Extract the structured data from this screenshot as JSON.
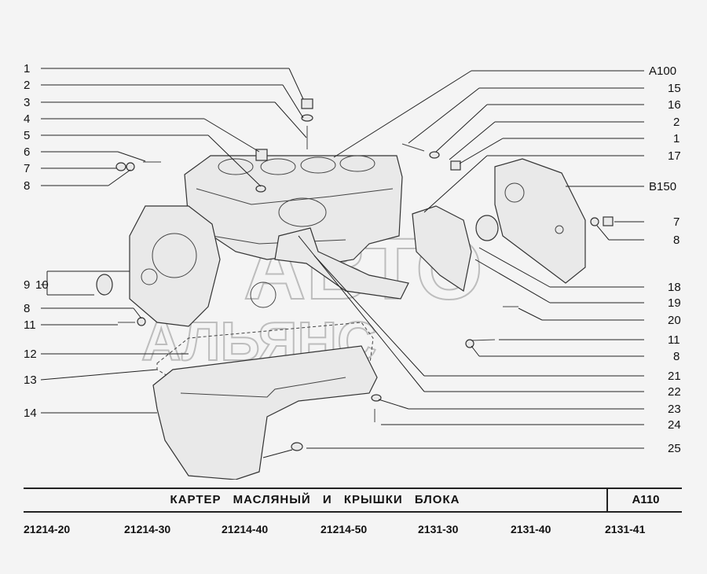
{
  "callouts": {
    "left": [
      "1",
      "2",
      "3",
      "4",
      "5",
      "6",
      "7",
      "8",
      "9",
      "10",
      "8",
      "11",
      "12",
      "13",
      "14"
    ],
    "right": [
      "A100",
      "15",
      "16",
      "2",
      "1",
      "17",
      "B150",
      "7",
      "8",
      "18",
      "19",
      "20",
      "11",
      "8",
      "21",
      "22",
      "23",
      "24",
      "25"
    ]
  },
  "watermark": {
    "line1": "АВТО",
    "line2": "АЛЬЯНС"
  },
  "title": {
    "name": "КАРТЕР МАСЛЯНЫЙ И КРЫШКИ БЛОКА",
    "code": "A110"
  },
  "models": [
    "21214-20",
    "21214-30",
    "21214-40",
    "21214-50",
    "2131-30",
    "2131-40",
    "2131-41"
  ]
}
